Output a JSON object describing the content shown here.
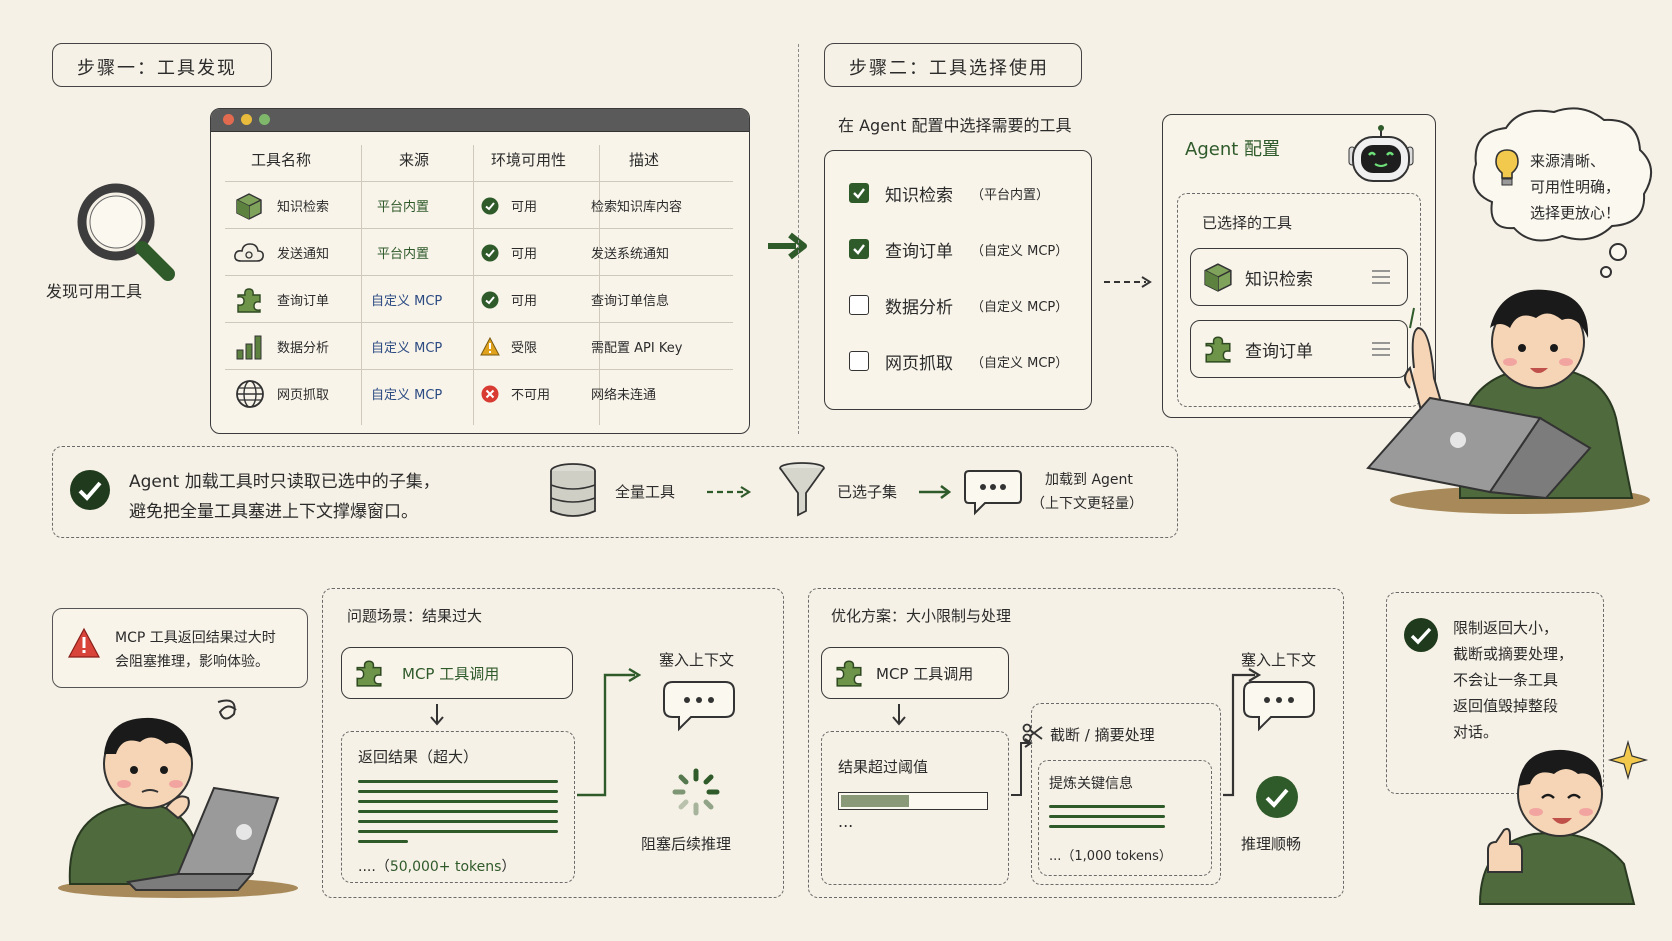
{
  "step1": {
    "title": "步骤一：工具发现",
    "discover_label": "发现可用工具"
  },
  "step2": {
    "title": "步骤二：工具选择使用",
    "subtitle": "在 Agent 配置中选择需要的工具"
  },
  "table": {
    "headers": [
      "工具名称",
      "来源",
      "环境可用性",
      "描述"
    ],
    "rows": [
      {
        "icon": "cube-icon",
        "name": "知识检索",
        "source": "平台内置",
        "status_icon": "check-circle-icon",
        "status": "可用",
        "desc": "检索知识库内容"
      },
      {
        "icon": "cloud-icon",
        "name": "发送通知",
        "source": "平台内置",
        "status_icon": "check-circle-icon",
        "status": "可用",
        "desc": "发送系统通知"
      },
      {
        "icon": "puzzle-icon",
        "name": "查询订单",
        "source": "自定义 MCP",
        "status_icon": "check-circle-icon",
        "status": "可用",
        "desc": "查询订单信息"
      },
      {
        "icon": "bar-chart-icon",
        "name": "数据分析",
        "source": "自定义 MCP",
        "status_icon": "warning-icon",
        "status": "受限",
        "desc": "需配置 API Key"
      },
      {
        "icon": "globe-icon",
        "name": "网页抓取",
        "source": "自定义 MCP",
        "status_icon": "error-circle-icon",
        "status": "不可用",
        "desc": "网络未连通"
      }
    ]
  },
  "checklist": [
    {
      "label": "知识检索",
      "tag": "（平台内置）",
      "checked": true
    },
    {
      "label": "查询订单",
      "tag": "（自定义 MCP）",
      "checked": true
    },
    {
      "label": "数据分析",
      "tag": "（自定义 MCP）",
      "checked": false
    },
    {
      "label": "网页抓取",
      "tag": "（自定义 MCP）",
      "checked": false
    }
  ],
  "agent_config": {
    "title": "Agent 配置",
    "selected_title": "已选择的工具",
    "selected": [
      {
        "icon": "cube-icon",
        "label": "知识检索"
      },
      {
        "icon": "puzzle-icon",
        "label": "查询订单"
      }
    ]
  },
  "speech_top": {
    "lines": [
      "来源清晰、",
      "可用性明确，",
      "选择更放心！"
    ]
  },
  "subset_note": {
    "lines": [
      "Agent 加载工具时只读取已选中的子集，",
      "避免把全量工具塞进上下文撑爆窗口。"
    ],
    "flow": {
      "full": "全量工具",
      "subset": "已选子集",
      "load_line1": "加载到 Agent",
      "load_line2": "（上下文更轻量）"
    }
  },
  "warning_note": {
    "lines": [
      "MCP 工具返回结果过大时",
      "会阻塞推理，影响体验。"
    ]
  },
  "problem": {
    "title": "问题场景：结果过大",
    "call_label": "MCP 工具调用",
    "result_title": "返回结果（超大）",
    "tokens_prefix": "....（",
    "tokens": "50,000+ tokens",
    "tokens_suffix": "）",
    "context_label": "塞入上下文",
    "blocked_label": "阻塞后续推理"
  },
  "solution": {
    "title": "优化方案：大小限制与处理",
    "call_label": "MCP 工具调用",
    "exceed_label": "结果超过阈值",
    "ellipsis": "...",
    "truncate_label": "截断 / 摘要处理",
    "extract_label": "提炼关键信息",
    "tokens_prefix": "...（",
    "tokens": "1,000 tokens",
    "tokens_suffix": "）",
    "context_label": "塞入上下文",
    "smooth_label": "推理顺畅"
  },
  "right_note": {
    "lines": [
      "限制返回大小，",
      "截断或摘要处理，",
      "不会让一条工具",
      "返回值毁掉整段",
      "对话。"
    ]
  },
  "colors": {
    "accent": "#2f5a2a",
    "bg": "#f6f1e6",
    "warn": "#e0a21d",
    "error": "#d83b32",
    "source_blue": "#2c4a82"
  }
}
